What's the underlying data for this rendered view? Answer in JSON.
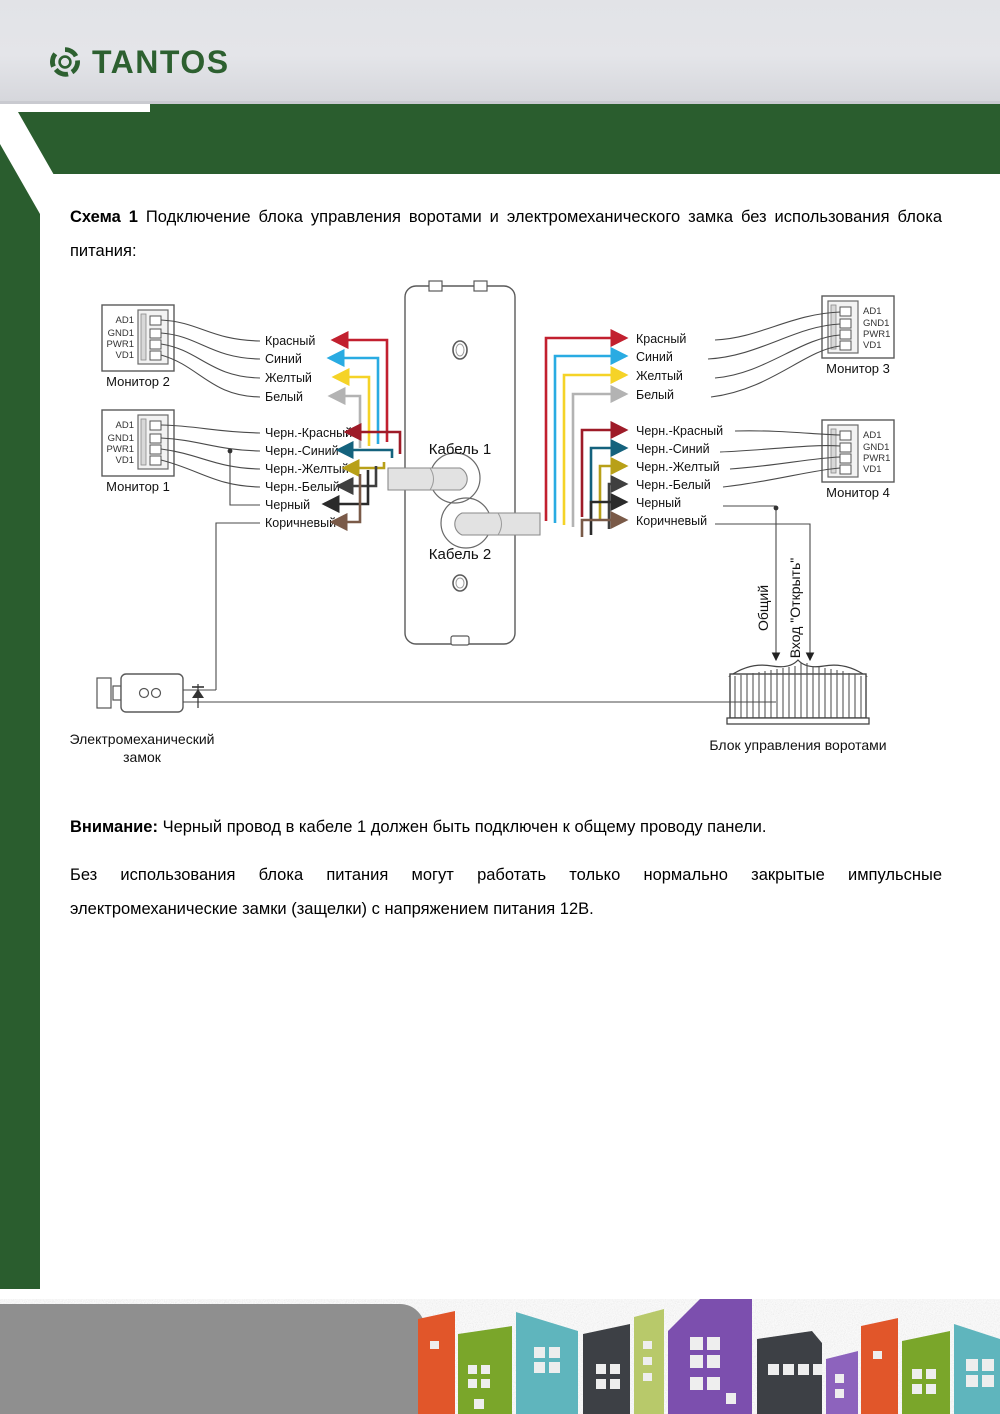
{
  "brand": {
    "name": "TANTOS",
    "logo_icon": "circular-arrows-icon",
    "color": "#2d6030"
  },
  "theme": {
    "green": "#2a5d2e",
    "header_grey": "#e3e4e8",
    "footer_grey": "#8f8f8f"
  },
  "content": {
    "scheme_label": "Схема 1",
    "scheme_title": " Подключение блока управления воротами и электромеханического замка без использования блока питания:",
    "note_label": "Внимание:",
    "note_text": " Черный провод в кабеле 1 должен быть подключен к общему проводу панели.",
    "paragraph": "Без использования блока питания могут работать только нормально закрытые импульсные электромеханические замки (защелки) с напряжением питания 12В."
  },
  "diagram": {
    "terminal_pins": [
      "AD1",
      "GND1",
      "PWR1",
      "VD1"
    ],
    "monitors": [
      {
        "id": "monitor-2",
        "label": "Монитор 2"
      },
      {
        "id": "monitor-1",
        "label": "Монитор 1"
      },
      {
        "id": "monitor-3",
        "label": "Монитор 3"
      },
      {
        "id": "monitor-4",
        "label": "Монитор 4"
      }
    ],
    "cables": [
      {
        "id": "cable-1",
        "label": "Кабель 1"
      },
      {
        "id": "cable-2",
        "label": "Кабель 2"
      }
    ],
    "cable1_wires": [
      {
        "name": "Красный",
        "color": "#c2202f"
      },
      {
        "name": "Синий",
        "color": "#29abe2"
      },
      {
        "name": "Желтый",
        "color": "#f5d327"
      },
      {
        "name": "Белый",
        "color": "#b3b3b3"
      }
    ],
    "cable2_wires": [
      {
        "name": "Черн.-Красный",
        "color": "#9e1b28"
      },
      {
        "name": "Черн.-Синий",
        "color": "#14627d"
      },
      {
        "name": "Черн.-Желтый",
        "color": "#b8a018"
      },
      {
        "name": "Черн.-Белый",
        "color": "#3f3f3f"
      },
      {
        "name": "Черный",
        "color": "#2b2b2b"
      },
      {
        "name": "Коричневый",
        "color": "#7a5a48"
      }
    ],
    "lock_label_line1": "Электромеханический",
    "lock_label_line2": "замок",
    "gate_label": "Блок управления воротами",
    "gate_input_common": "Общий",
    "gate_input_open": "Вход \"Открыть\""
  },
  "footer": {
    "buildings": [
      {
        "color": "#e1562c"
      },
      {
        "color": "#7aa62a"
      },
      {
        "color": "#5fb5bd"
      },
      {
        "color": "#3d4045"
      },
      {
        "color": "#b8c96a"
      },
      {
        "color": "#7b4fae"
      },
      {
        "color": "#3d4045"
      },
      {
        "color": "#8d63bd"
      },
      {
        "color": "#e1562c"
      },
      {
        "color": "#7aa62a"
      },
      {
        "color": "#5fb5bd"
      }
    ]
  }
}
